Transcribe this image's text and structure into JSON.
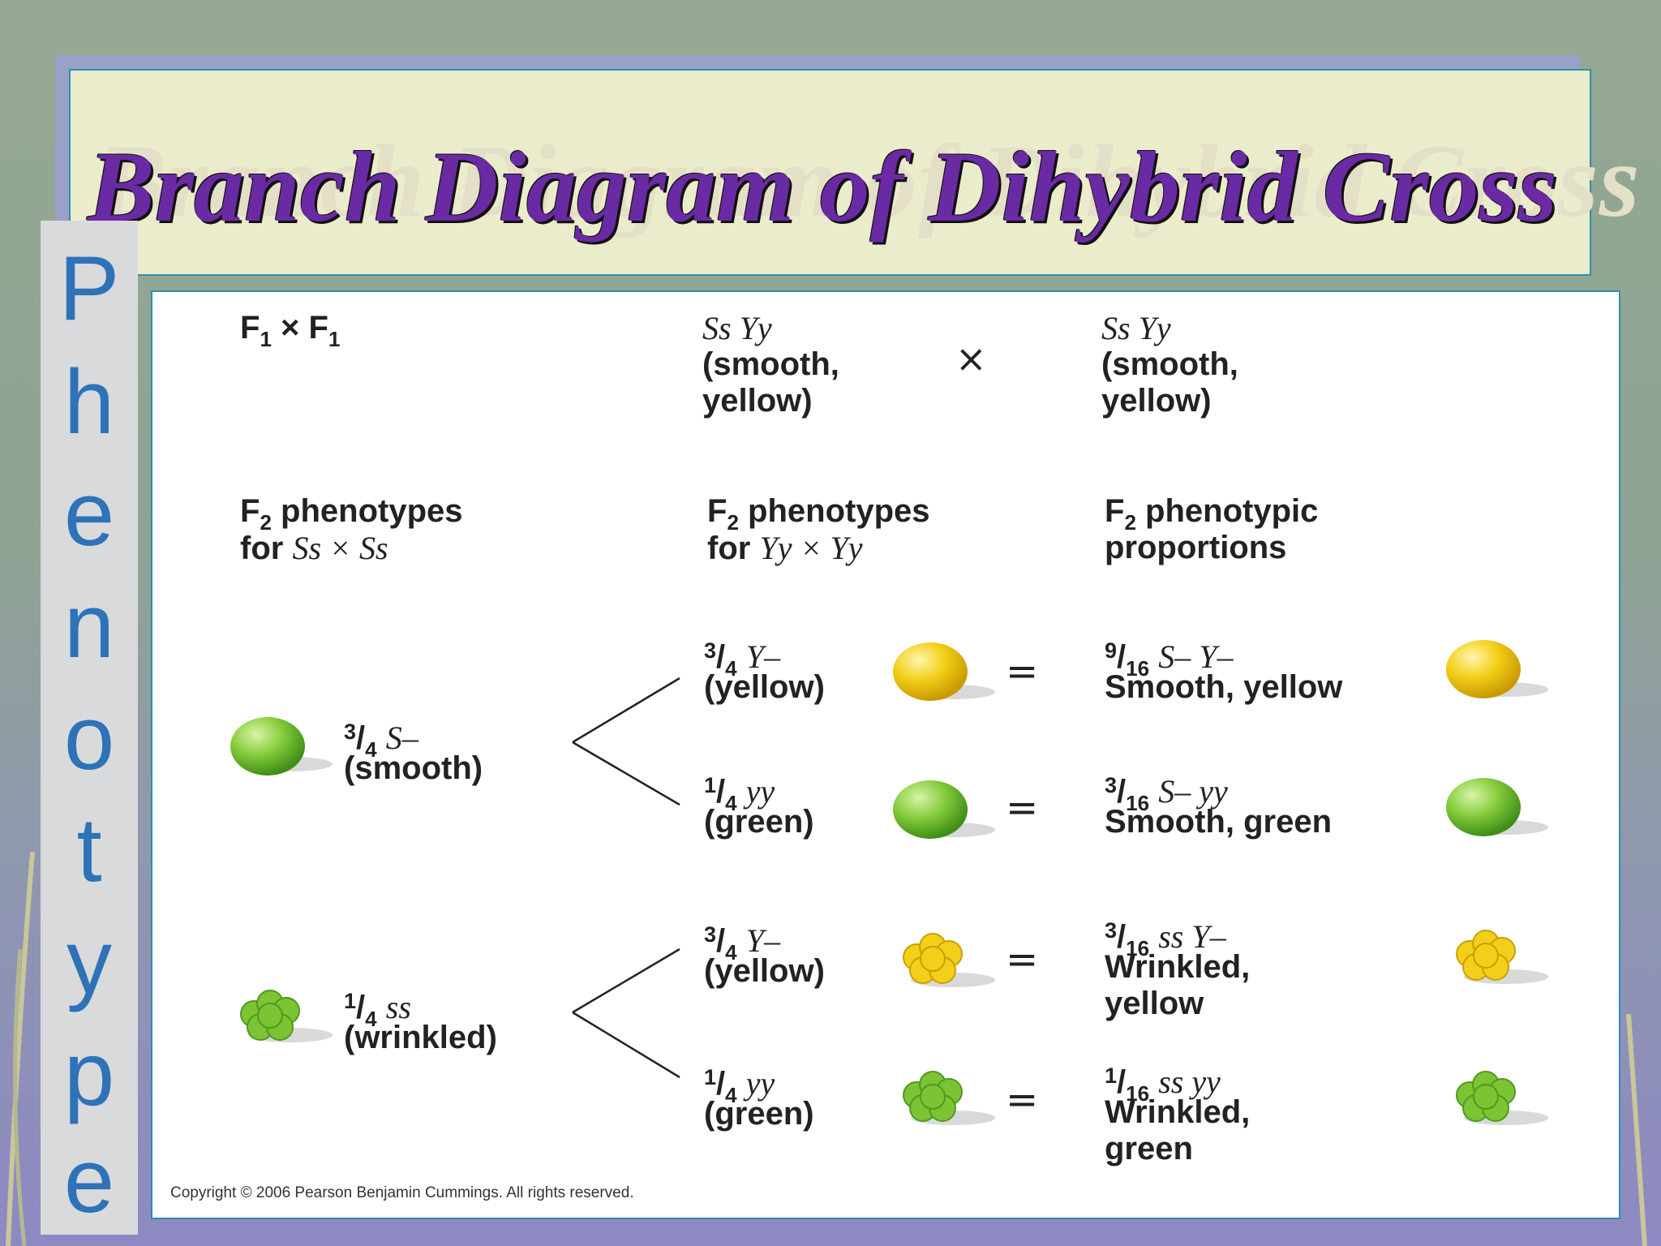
{
  "title": "Branch Diagram of Dihybrid Cross",
  "side_word": [
    "P",
    "h",
    "e",
    "n",
    "o",
    "t",
    "y",
    "p",
    "e"
  ],
  "cross": {
    "label": "F1 × F1",
    "parent1": {
      "genotype": "Ss Yy",
      "line1": "(smooth,",
      "line2": "yellow)"
    },
    "times": "×",
    "parent2": {
      "genotype": "Ss Yy",
      "line1": "(smooth,",
      "line2": "yellow)"
    }
  },
  "headers": {
    "col1": {
      "line1": "phenotypes",
      "line2_prefix": "for",
      "line2_italic": "Ss × Ss"
    },
    "col2": {
      "line1": "phenotypes",
      "line2_prefix": "for",
      "line2_italic": "Yy × Yy"
    },
    "col3": {
      "line1": "phenotypic",
      "line2": "proportions"
    }
  },
  "left_branches": [
    {
      "fraction": "3/4",
      "genotype": "S–",
      "phenotype": "(smooth)",
      "pea": "green-smooth"
    },
    {
      "fraction": "1/4",
      "genotype": "ss",
      "phenotype": "(wrinkled)",
      "pea": "green-wrinkled"
    }
  ],
  "middle_branches": [
    {
      "fraction": "3/4",
      "genotype": "Y–",
      "phenotype": "(yellow)",
      "pea": "yellow-smooth"
    },
    {
      "fraction": "1/4",
      "genotype": "yy",
      "phenotype": "(green)",
      "pea": "green-smooth"
    },
    {
      "fraction": "3/4",
      "genotype": "Y–",
      "phenotype": "(yellow)",
      "pea": "yellow-wrinkled"
    },
    {
      "fraction": "1/4",
      "genotype": "yy",
      "phenotype": "(green)",
      "pea": "green-wrinkled"
    }
  ],
  "equals": "=",
  "results": [
    {
      "fraction": "9/16",
      "genotype": "S– Y–",
      "line1": "Smooth, yellow",
      "line2": "",
      "pea": "yellow-smooth"
    },
    {
      "fraction": "3/16",
      "genotype": "S– yy",
      "line1": "Smooth, green",
      "line2": "",
      "pea": "green-smooth"
    },
    {
      "fraction": "3/16",
      "genotype": "ss Y–",
      "line1": "Wrinkled,",
      "line2": "yellow",
      "pea": "yellow-wrinkled"
    },
    {
      "fraction": "1/16",
      "genotype": "ss yy",
      "line1": "Wrinkled,",
      "line2": "green",
      "pea": "green-wrinkled"
    }
  ],
  "copyright": "Copyright © 2006 Pearson Benjamin Cummings. All rights reserved.",
  "colors": {
    "title": "#6a2aa3",
    "side": "#2e72b8",
    "yellow_pea": "#f2cf18",
    "green_pea": "#7fc838"
  }
}
